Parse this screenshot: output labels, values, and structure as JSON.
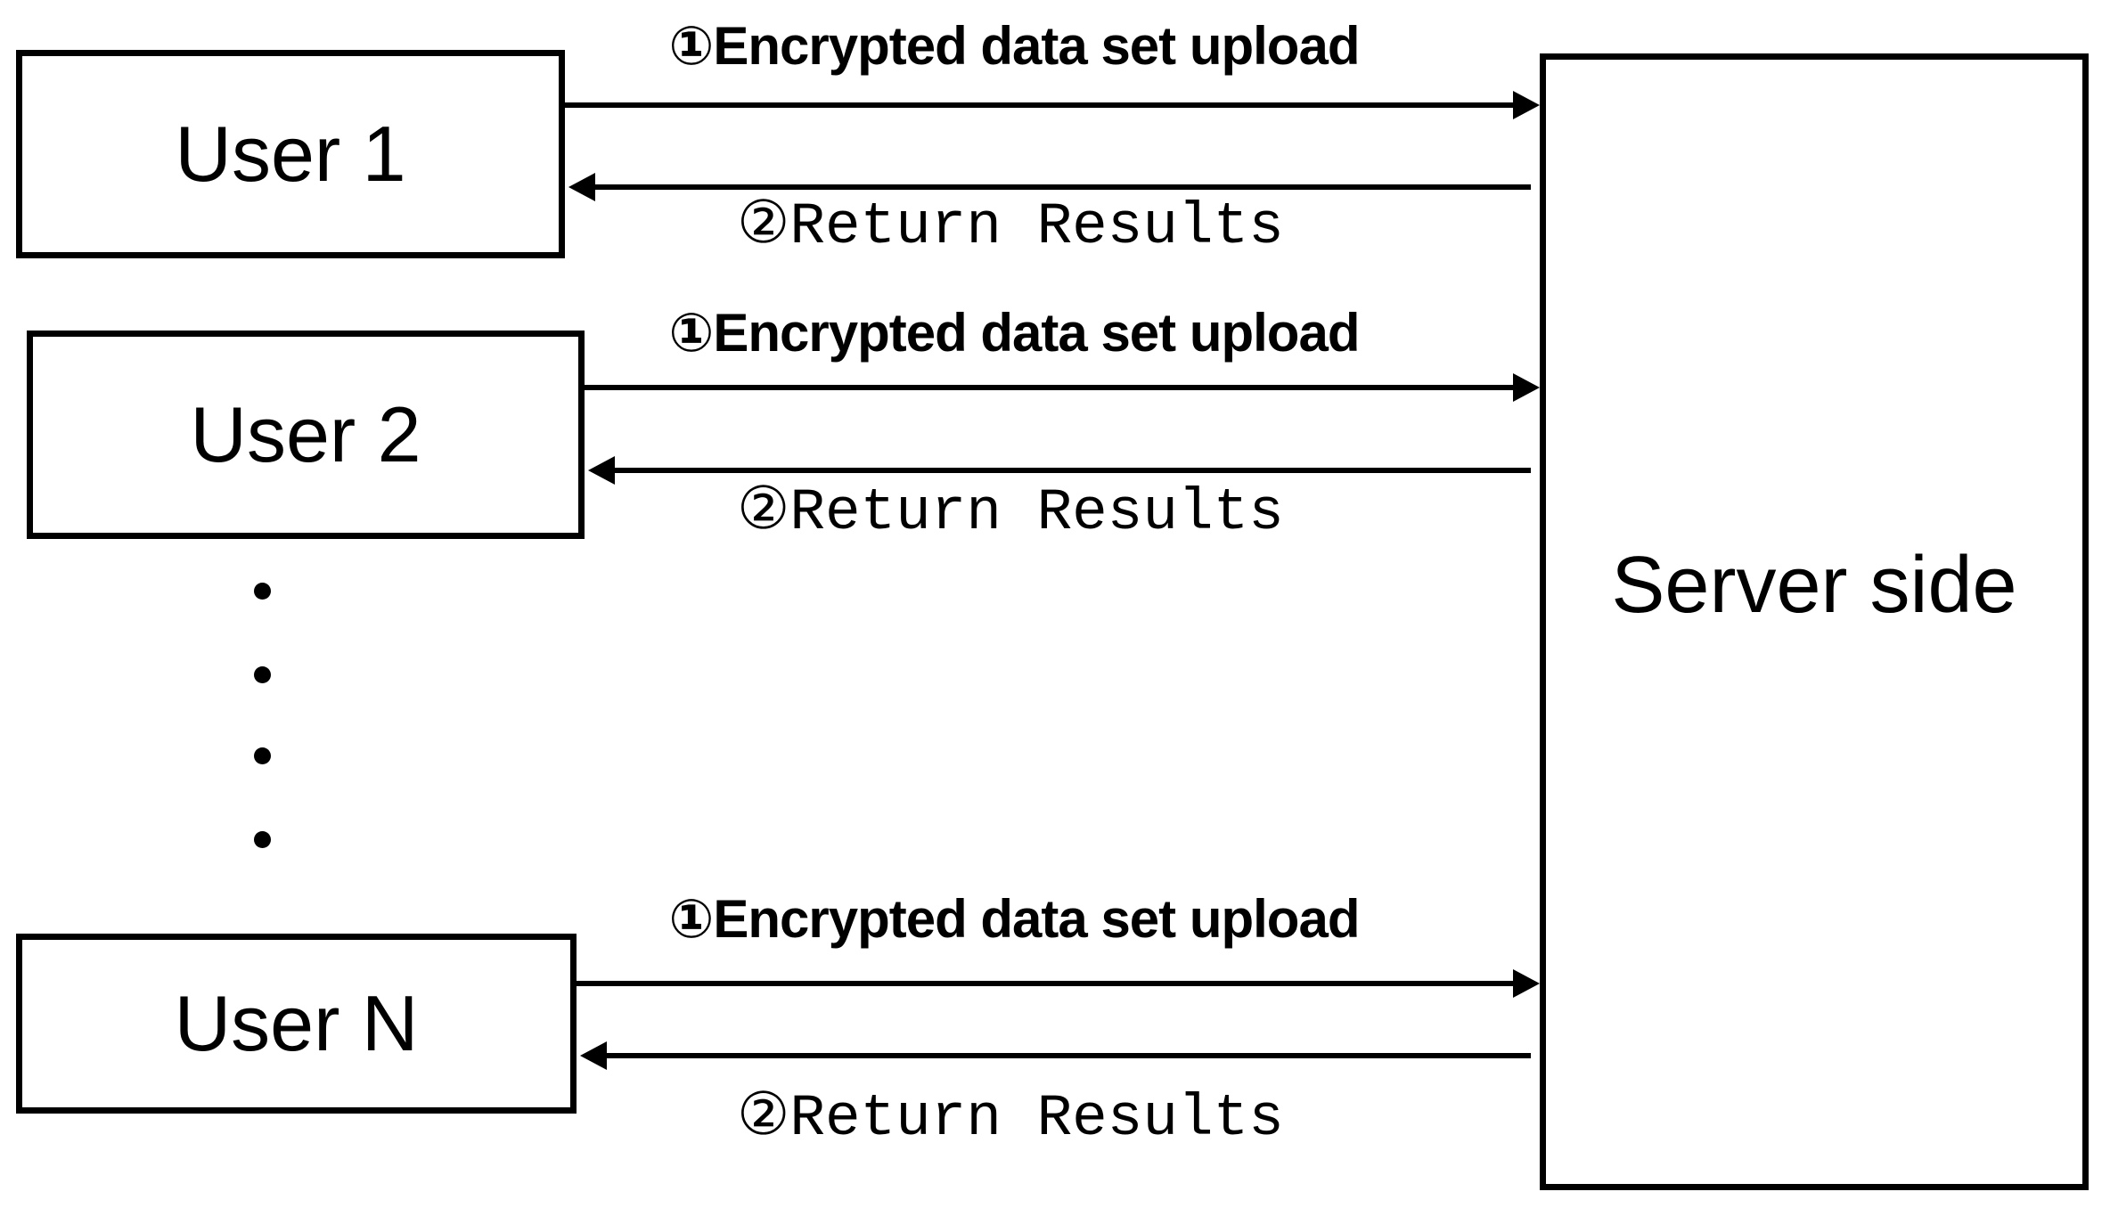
{
  "diagram": {
    "title": "Multi-user encrypted upload to server diagram",
    "colors": {
      "ink": "#000000",
      "background": "#ffffff"
    },
    "server": {
      "label": "Server side"
    },
    "pairs": [
      {
        "user_label": "User 1",
        "upload_label": "①Encrypted data set upload",
        "return_label": "②Return Results"
      },
      {
        "user_label": "User 2",
        "upload_label": "①Encrypted data set upload",
        "return_label": "②Return Results"
      },
      {
        "user_label": "User N",
        "upload_label": "①Encrypted data set upload",
        "return_label": "②Return Results"
      }
    ],
    "ellipsis": {
      "dot_count": 4
    }
  }
}
